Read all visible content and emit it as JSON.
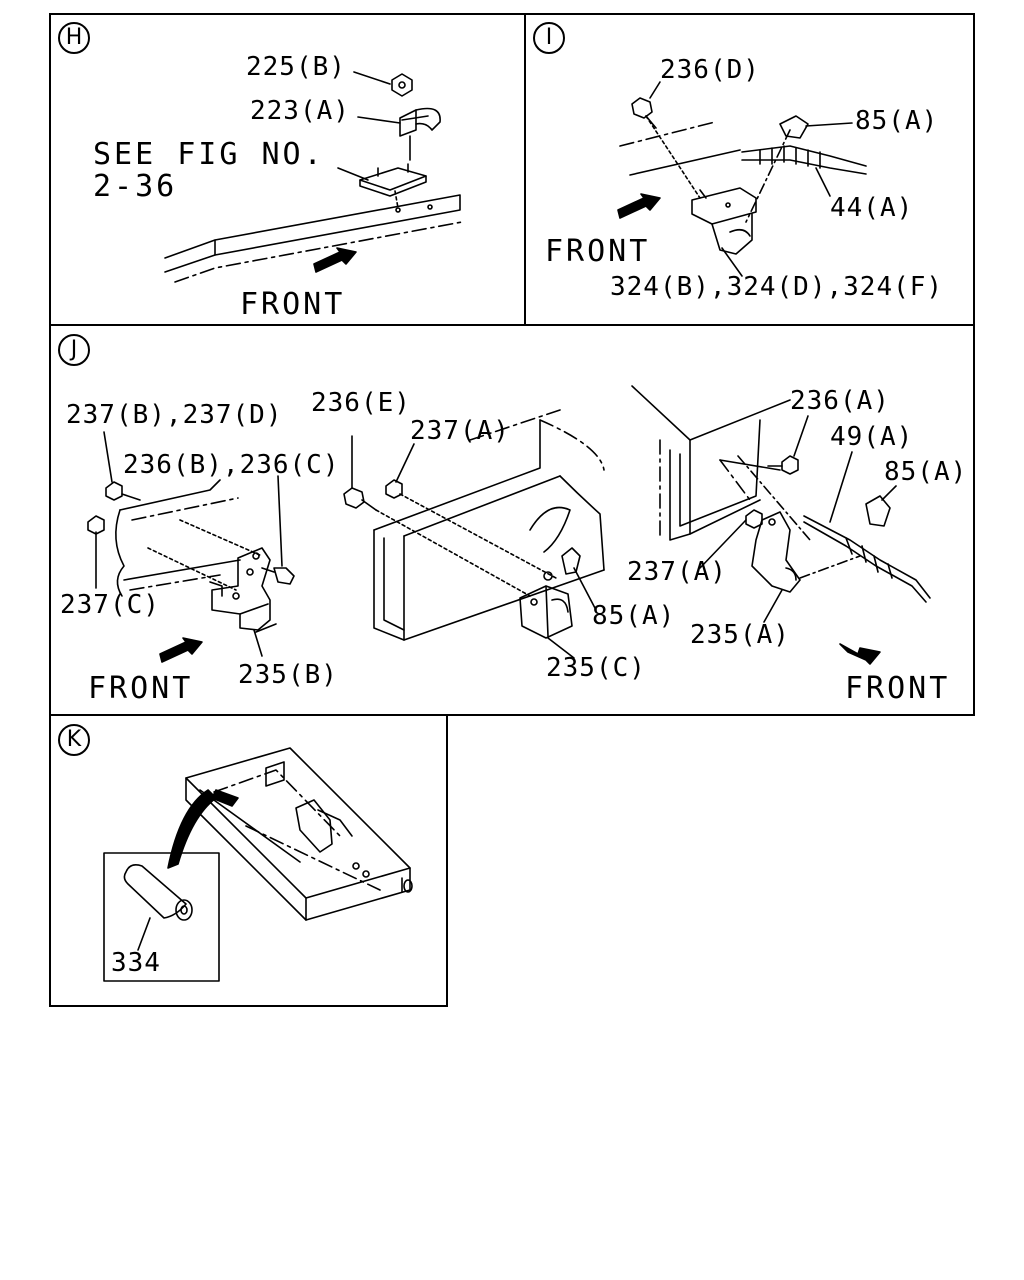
{
  "panels": {
    "H": {
      "badge": "H",
      "labels": {
        "l225b": "225(B)",
        "l223a": "223(A)",
        "see1": "SEE FIG NO.",
        "see2": "2-36",
        "front": "FRONT"
      }
    },
    "I": {
      "badge": "I",
      "labels": {
        "l236d": "236(D)",
        "l85a": "85(A)",
        "l44a": "44(A)",
        "front": "FRONT",
        "l324": "324(B),324(D),324(F)"
      }
    },
    "J": {
      "badge": "J",
      "labels": {
        "l237bd": "237(B),237(D)",
        "l236bc": "236(B),236(C)",
        "l237c": "237(C)",
        "l235b": "235(B)",
        "front1": "FRONT",
        "l236e": "236(E)",
        "l237a1": "237(A)",
        "l85a1": "85(A)",
        "l235c": "235(C)",
        "l236a": "236(A)",
        "l49a": "49(A)",
        "l85a2": "85(A)",
        "l237a2": "237(A)",
        "l235a": "235(A)",
        "front2": "FRONT"
      }
    },
    "K": {
      "badge": "K",
      "labels": {
        "l334": "334"
      }
    }
  }
}
